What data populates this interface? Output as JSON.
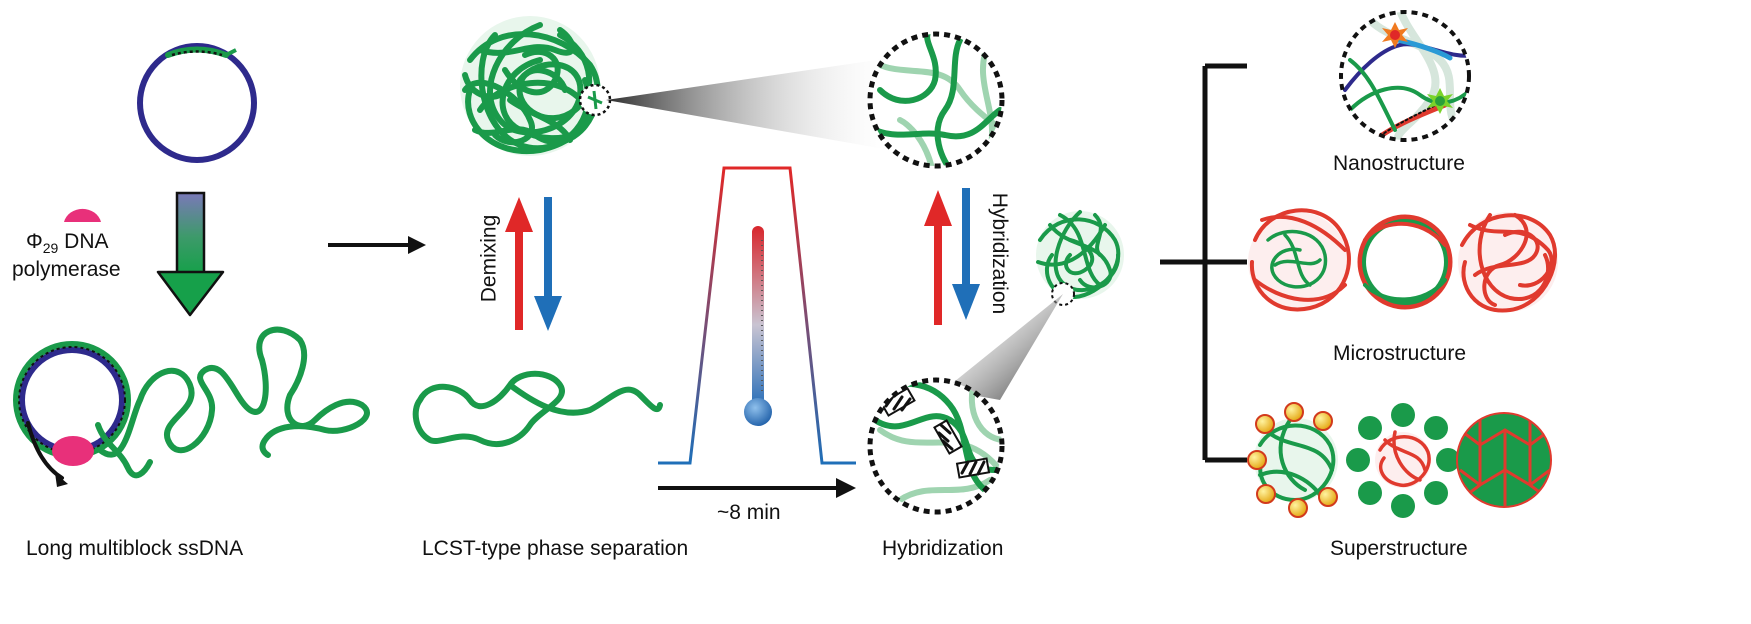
{
  "labels": {
    "enzyme_symbol": "Φ",
    "enzyme_subscript": "29",
    "enzyme_name_rest": " DNA",
    "enzyme_line2": "polymerase",
    "long_ssdna": "Long multiblock ssDNA",
    "lcst": "LCST-type phase separation",
    "hybridization_caption": "Hybridization",
    "demixing": "Demixing",
    "hybridization_arrow": "Hybridization",
    "time": "~8 min",
    "nanostructure": "Nanostructure",
    "microstructure": "Microstructure",
    "superstructure": "Superstructure"
  },
  "colors": {
    "dna_green": "#1a9a4a",
    "dna_light_green": "#9fd4b0",
    "plasmid_navy": "#2e2a8c",
    "polymerase_pink": "#e8307a",
    "heat_red": "#e02828",
    "cool_blue": "#1f6fb8",
    "complement_red": "#e03a2e",
    "gold_particle": "#f5c218",
    "text": "#111111"
  },
  "icons": [
    "thermometer-icon",
    "polymerase-icon",
    "fluorophore-star-icon"
  ]
}
